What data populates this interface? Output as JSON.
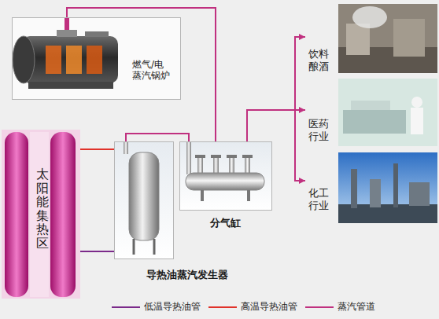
{
  "diagram": {
    "nodes": [
      {
        "text": [
          "燃气/电 蒸汽锅炉"
        ]
      },
      {
        "text": [
          "太阳能集热区"
        ]
      },
      {
        "text": [
          "导热油蒸汽发生器"
        ]
      },
      {
        "text": [
          "分气缸"
        ]
      },
      {
        "text": [
          "饮料 酿酒"
        ]
      },
      {
        "text": [
          "医药 行业"
        ]
      },
      {
        "text": [
          "化工 行业"
        ]
      }
    ],
    "edges": [
      {
        "from": 0,
        "to": 3,
        "arrow": "none"
      },
      {
        "from": 1,
        "to": 2,
        "arrow": "none"
      },
      {
        "from": 2,
        "to": 1,
        "arrow": "none"
      },
      {
        "from": 2,
        "to": 3,
        "arrow": "none"
      },
      {
        "from": 3,
        "to": 4,
        "arrow": "to"
      },
      {
        "from": 3,
        "to": 5,
        "arrow": "to"
      },
      {
        "from": 3,
        "to": 6,
        "arrow": "to"
      }
    ],
    "legend": [
      {
        "text": "低温导热油管"
      },
      {
        "text": "高温导热油管"
      },
      {
        "text": "蒸汽管道"
      }
    ]
  }
}
